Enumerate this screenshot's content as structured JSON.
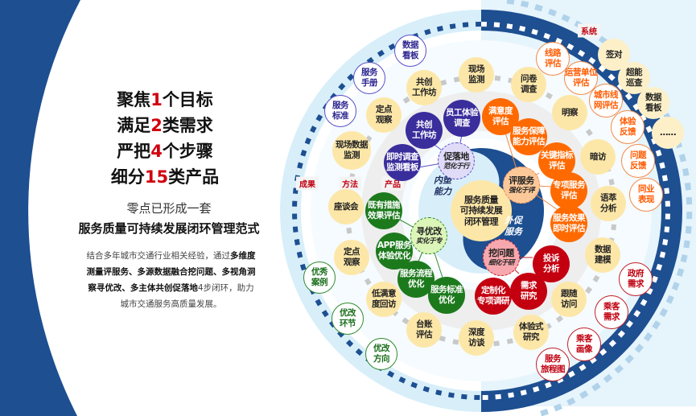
{
  "headline": {
    "lines": [
      {
        "pre": "聚焦",
        "num": "1",
        "post": "个目标"
      },
      {
        "pre": "满足",
        "num": "2",
        "post": "类需求"
      },
      {
        "pre": "严把",
        "num": "4",
        "post": "个步骤"
      },
      {
        "pre": "细分",
        "num": "15",
        "post": "类产品"
      }
    ],
    "intro": "零点已形成一套",
    "title": "服务质量可持续发展闭环管理范式",
    "para": {
      "a": "结合多年城市交通行业相关经验，通过",
      "b": "多维度测量评服务、多源数据融合挖问题、多视角洞察寻优改、多主体共创促落地",
      "c": "4步闭环，助力城市交通服务高质量发展。"
    }
  },
  "ring_labels": {
    "outcome": "成果",
    "method": "方法",
    "product": "产品",
    "system": "系统"
  },
  "center": {
    "core": "服务质量\n可持续发展\n闭环管理",
    "inner": "内塑\n能力",
    "outer": "外促\n服务"
  },
  "steps": [
    {
      "name": "促落地",
      "sub": "范化于行"
    },
    {
      "name": "评服务",
      "sub": "强化于评"
    },
    {
      "name": "寻优改",
      "sub": "实化于专"
    },
    {
      "name": "挖问题",
      "sub": "细化于研"
    }
  ],
  "outcomes": [
    "数据\n看板",
    "服务\n手册",
    "服务\n标准",
    "优秀\n案例",
    "优改\n环节",
    "优改\n方向"
  ],
  "methods": [
    "共创\n工作坊",
    "现场\n监测",
    "定点\n观察",
    "现场数据\n监测",
    "座谈会",
    "定点\n观察",
    "低满意\n度回访",
    "台账\n评估",
    "深度\n访谈",
    "问卷\n调查",
    "明察",
    "暗访",
    "语萃\n分析",
    "数据\n建模",
    "跟随\n访问",
    "体验式\n研究"
  ],
  "products": {
    "landing": [
      "员工体验\n调查",
      "共创\n工作坊",
      "即时调查\n监测看板"
    ],
    "optimize": [
      "既有措施\n效果评估",
      "APP服务\n体验优化",
      "服务流程\n优化",
      "服务标准\n优化"
    ],
    "evaluate": [
      "满意度\n评估",
      "服务保障\n能力评估",
      "关键指标\n评估",
      "专项服务\n评估",
      "服务效果\n即时评估"
    ],
    "problem": [
      "投诉\n分析",
      "需求\n研究",
      "定制化\n专项调研"
    ]
  },
  "system_eval": [
    "线路\n评估",
    "运营单位\n评估",
    "城市线\n网评估",
    "体验\n反馈",
    "问题\n反馈",
    "同业\n表现"
  ],
  "system_needs": [
    "政府\n需求",
    "乘客\n需求",
    "乘客\n画像",
    "服务\n旅程图"
  ],
  "system_tools": [
    "签对",
    "超能\n巡查",
    "数据\n看板",
    "……"
  ],
  "colors": {
    "dark_blue": "#1d4f91",
    "light_blue": "#d8effa",
    "yellow": "#fde7a8",
    "indigo": "#3a2d9c",
    "green": "#1c7a1c",
    "orange": "#ff6a00",
    "red": "#c40010"
  }
}
